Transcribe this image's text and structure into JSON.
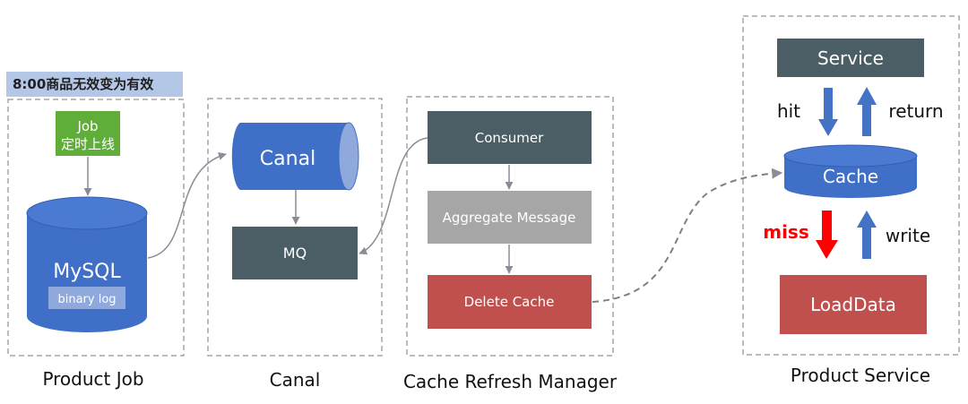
{
  "trigger_banner": "8:00商品无效变为有效",
  "product_job": {
    "caption": "Product Job",
    "job_line1": "Job",
    "job_line2": "定时上线",
    "db_label": "MySQL",
    "binlog_label": "binary log"
  },
  "canal": {
    "caption": "Canal",
    "canal_label": "Canal",
    "mq_label": "MQ"
  },
  "cache_refresh_manager": {
    "caption": "Cache Refresh Manager",
    "consumer_label": "Consumer",
    "aggregate_label": "Aggregate Message",
    "delete_label": "Delete Cache"
  },
  "product_service": {
    "caption": "Product Service",
    "service_label": "Service",
    "cache_label": "Cache",
    "loaddata_label": "LoadData",
    "hit_label": "hit",
    "return_label": "return",
    "miss_label": "miss",
    "write_label": "write"
  },
  "colors": {
    "blue": "#3f6fc6",
    "green": "#5fae3a",
    "slate": "#4b5e66",
    "gray": "#a6a6a6",
    "red": "#c0504d",
    "banner": "#b4c7e7",
    "miss": "#ff0000"
  }
}
